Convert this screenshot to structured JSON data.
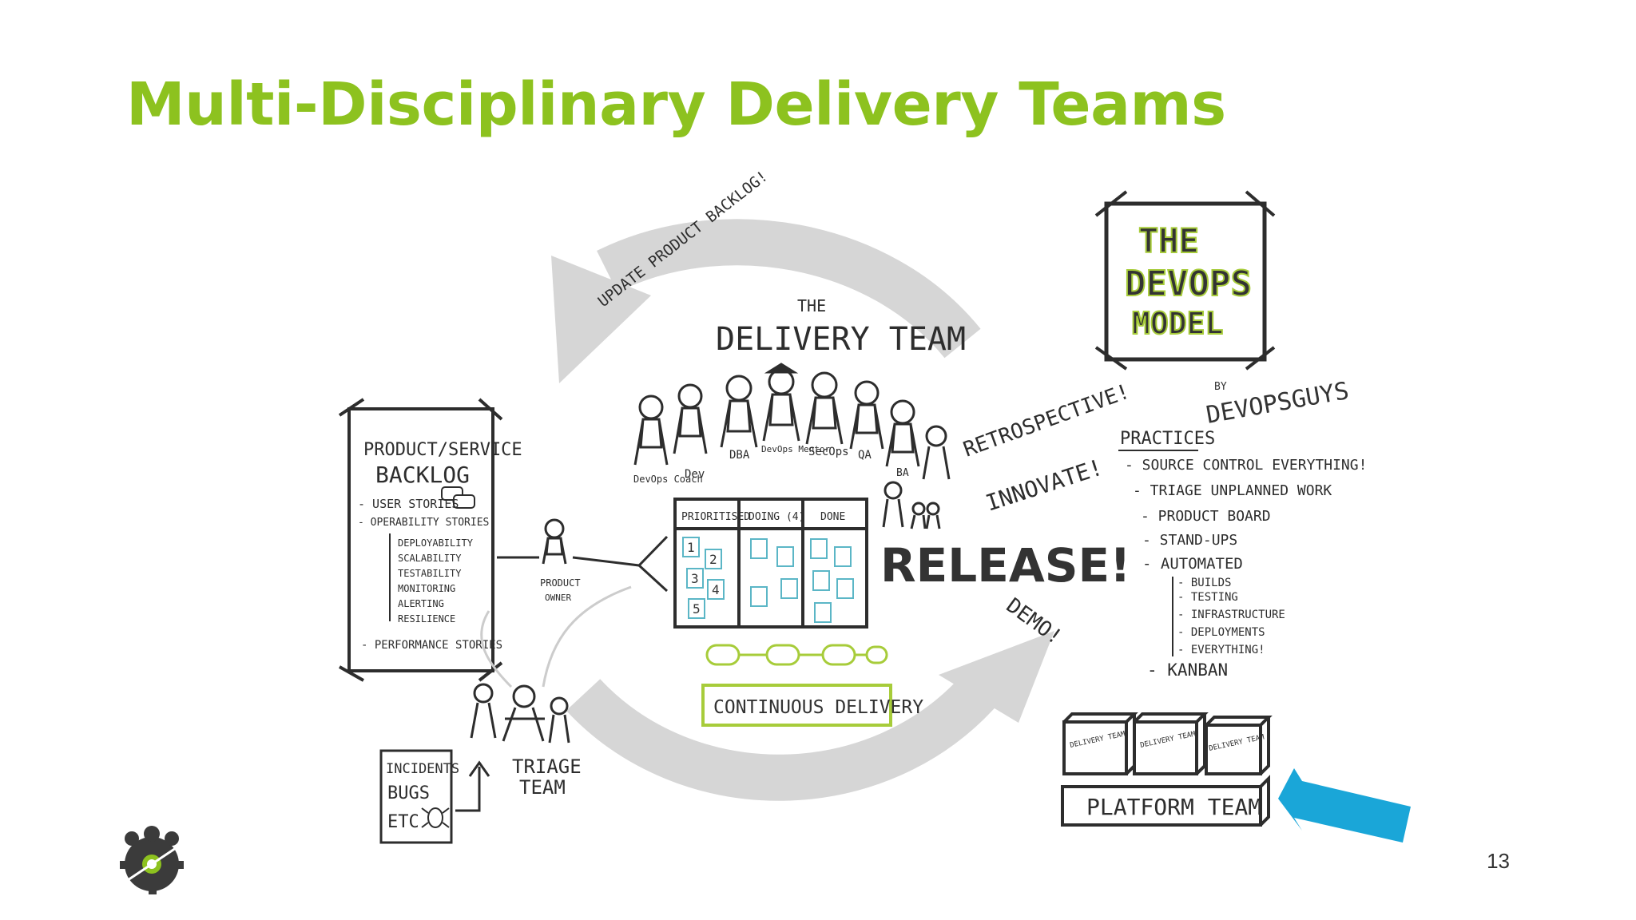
{
  "slide": {
    "title": "Multi-Disciplinary Delivery Teams",
    "page_number": "13"
  },
  "diagram": {
    "update_backlog": "UPDATE PRODUCT BACKLOG!",
    "delivery_team_small": "THE",
    "delivery_team_title": "DELIVERY TEAM",
    "roles": [
      "DevOps Coach",
      "Dev",
      "DBA",
      "DevOps Mentor",
      "SecOps",
      "QA",
      "BA"
    ],
    "backlog": {
      "title_line1": "PRODUCT/SERVICE",
      "title_line2": "BACKLOG",
      "user_stories": "- USER STORIES",
      "operability": "- OPERABILITY STORIES",
      "items": [
        "DEPLOYABILITY",
        "SCALABILITY",
        "TESTABILITY",
        "MONITORING",
        "ALERTING",
        "RESILIENCE"
      ],
      "performance": "- PERFORMANCE STORIES"
    },
    "product_owner_line1": "PRODUCT",
    "product_owner_line2": "OWNER",
    "board": {
      "columns": [
        "PRIORITISED",
        "DOING (4)",
        "DONE"
      ],
      "cards": [
        "1",
        "2",
        "3",
        "4",
        "5"
      ]
    },
    "continuous_delivery": "CONTINUOUS DELIVERY",
    "retrospective": "RETROSPECTIVE!",
    "innovate": "INNOVATE!",
    "release": "RELEASE!",
    "demo": "DEMO!",
    "triage_line1": "TRIAGE",
    "triage_line2": "TEAM",
    "incidents": [
      "INCIDENTS",
      "BUGS",
      "ETC"
    ],
    "model": {
      "line1": "THE",
      "line2": "DEVOPS",
      "line3": "MODEL",
      "by": "BY",
      "by_name": "DEVOPSGUYS"
    },
    "practices": {
      "title": "PRACTICES",
      "items": [
        "- SOURCE CONTROL EVERYTHING!",
        "- TRIAGE UNPLANNED WORK",
        "- PRODUCT BOARD",
        "- STAND-UPS",
        "- AUTOMATED"
      ],
      "automated_items": [
        "- BUILDS",
        "- TESTING",
        "- INFRASTRUCTURE",
        "- DEPLOYMENTS",
        "- EVERYTHING!"
      ],
      "kanban": "- KANBAN"
    },
    "delivery_boxes": [
      "DELIVERY TEAM",
      "DELIVERY TEAM",
      "DELIVERY TEAM"
    ],
    "platform_team": "PLATFORM TEAM"
  },
  "colors": {
    "title_green": "#8dc21f",
    "release_pink": "#d8236b",
    "model_green": "#a7cc3a",
    "board_teal": "#5bb6c6",
    "arrow_blue": "#1aa6d8"
  },
  "logo": {
    "icon": "gear-people-logo"
  }
}
